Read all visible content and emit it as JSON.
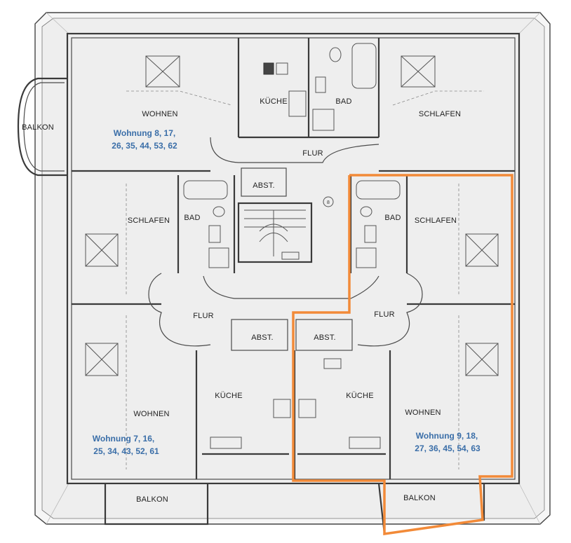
{
  "rooms": {
    "wohnen_tl": "WOHNEN",
    "kueche_top": "KÜCHE",
    "bad_top": "BAD",
    "schlafen_tr": "SCHLAFEN",
    "balkon_left": "BALKON",
    "flur_top": "FLUR",
    "abst_top": "ABST.",
    "schlafen_ml": "SCHLAFEN",
    "bad_ml": "BAD",
    "bad_mr": "BAD",
    "schlafen_mr": "SCHLAFEN",
    "flur_left": "FLUR",
    "flur_right": "FLUR",
    "abst_bl": "ABST.",
    "abst_br": "ABST.",
    "kueche_bl": "KÜCHE",
    "kueche_br": "KÜCHE",
    "wohnen_bl": "WOHNEN",
    "wohnen_br": "WOHNEN",
    "balkon_bl": "BALKON",
    "balkon_br": "BALKON"
  },
  "units": {
    "unit_8": [
      "Wohnung 8, 17,",
      "26, 35, 44, 53, 62"
    ],
    "unit_7": [
      "Wohnung 7, 16,",
      "25, 34, 43, 52, 61"
    ],
    "unit_9": [
      "Wohnung 9, 18,",
      "27, 36, 45, 54, 63"
    ]
  },
  "stair_marker": "8",
  "colors": {
    "highlight": "#f28a38",
    "unit_text": "#3a6ea8",
    "walls": "#3a3a3a"
  }
}
